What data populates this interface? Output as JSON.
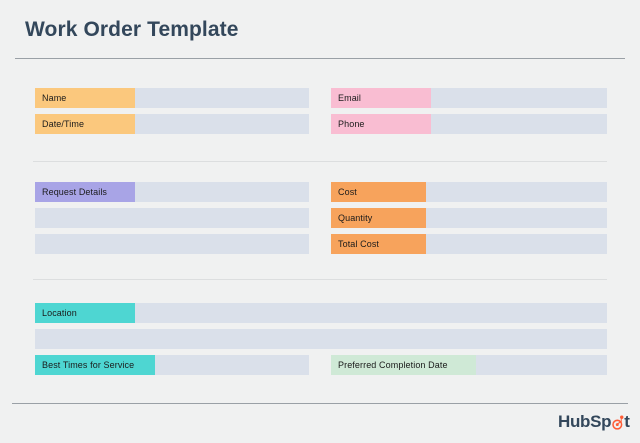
{
  "document": {
    "title": "Work Order Template"
  },
  "colors": {
    "background": "#f0f1f1",
    "field_blank": "#dae0ea",
    "tag_orange_light": "#fbc87d",
    "tag_pink": "#f9bdd2",
    "tag_purple": "#a8a4e6",
    "tag_orange": "#f7a35c",
    "tag_teal": "#4ed6d2",
    "tag_green": "#cfe9d6",
    "title_text": "#33475b",
    "rule_light": "#dcdedf",
    "rule_dark": "#9aa0a6",
    "logo_navy": "#33475b",
    "logo_orange": "#ff5c35"
  },
  "sections": [
    {
      "name": "contact",
      "left_rows": [
        {
          "label": "Name",
          "value": "",
          "tag_color": "#fbc87d"
        },
        {
          "label": "Date/Time",
          "value": "",
          "tag_color": "#fbc87d"
        }
      ],
      "right_rows": [
        {
          "label": "Email",
          "value": "",
          "tag_color": "#f9bdd2"
        },
        {
          "label": "Phone",
          "value": "",
          "tag_color": "#f9bdd2"
        }
      ]
    },
    {
      "name": "request-and-cost",
      "left_rows": [
        {
          "label": "Request Details",
          "value": "",
          "tag_color": "#a8a4e6"
        },
        {
          "label": "",
          "value": "",
          "tag_color": ""
        },
        {
          "label": "",
          "value": "",
          "tag_color": ""
        }
      ],
      "right_rows": [
        {
          "label": "Cost",
          "value": "",
          "tag_color": "#f7a35c"
        },
        {
          "label": "Quantity",
          "value": "",
          "tag_color": "#f7a35c"
        },
        {
          "label": "Total Cost",
          "value": "",
          "tag_color": "#f7a35c"
        }
      ]
    },
    {
      "name": "scheduling",
      "full_rows": [
        {
          "label": "Location",
          "value": "",
          "tag_color": "#4ed6d2"
        },
        {
          "label": "",
          "value": "",
          "tag_color": ""
        }
      ],
      "left_rows": [
        {
          "label": "Best Times for Service",
          "value": "",
          "tag_color": "#4ed6d2"
        }
      ],
      "right_rows": [
        {
          "label": "Preferred Completion Date",
          "value": "",
          "tag_color": "#cfe9d6"
        }
      ]
    }
  ],
  "footer": {
    "logo_text_start": "HubSp",
    "logo_text_end": "t",
    "logo_name": "HubSpot"
  }
}
